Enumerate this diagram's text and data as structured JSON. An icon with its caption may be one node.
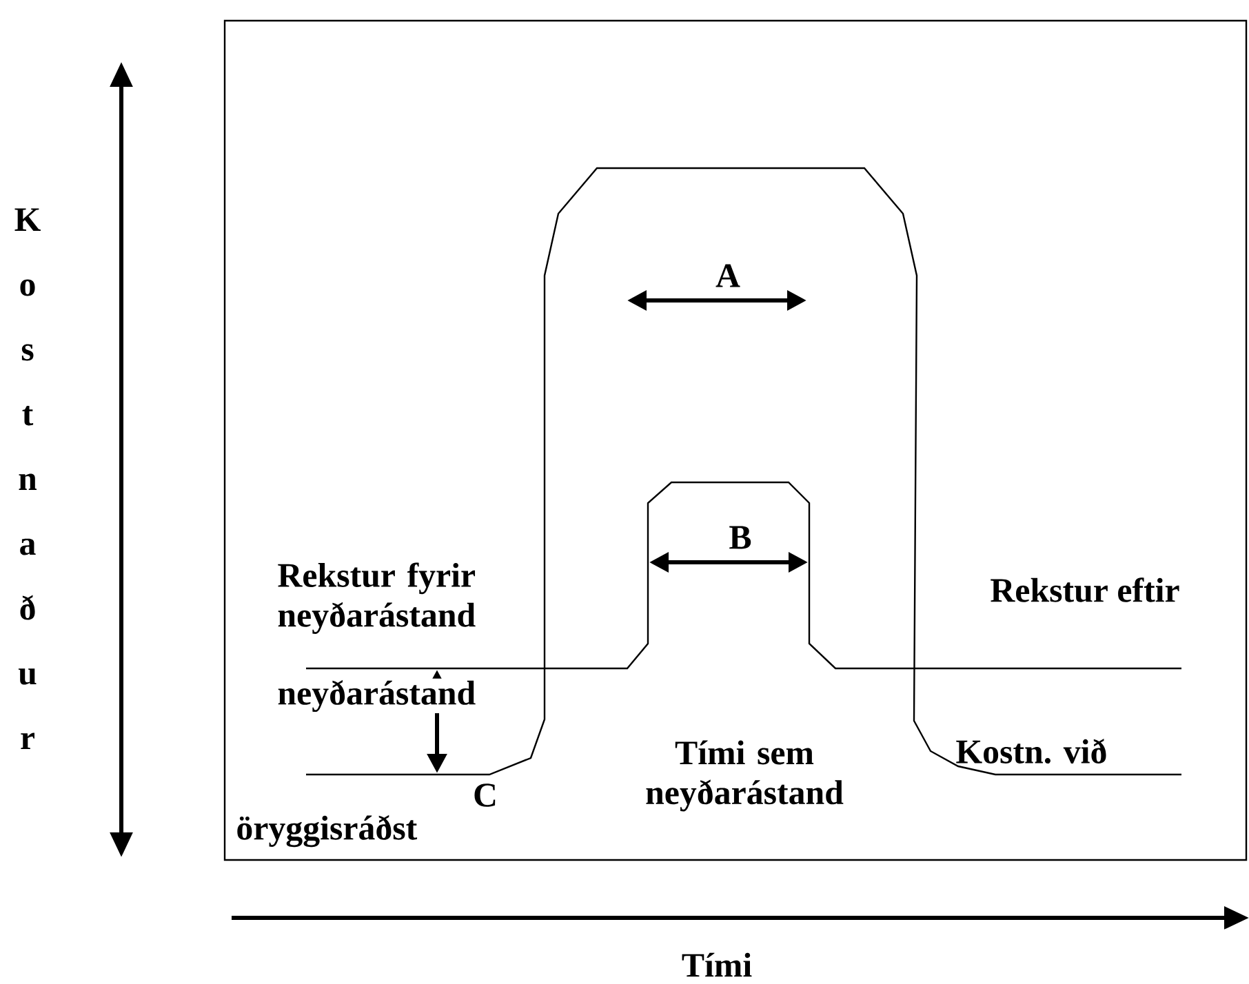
{
  "diagram": {
    "labels": [
      "Kostnaður",
      "A",
      "B",
      "Rekstur fyrir neyðarástand",
      "Rekstur eftir",
      "neyðarástand",
      "Tími sem neyðarástand",
      "Kostn. við",
      "C",
      "öryggisráðst",
      "Tími"
    ]
  }
}
